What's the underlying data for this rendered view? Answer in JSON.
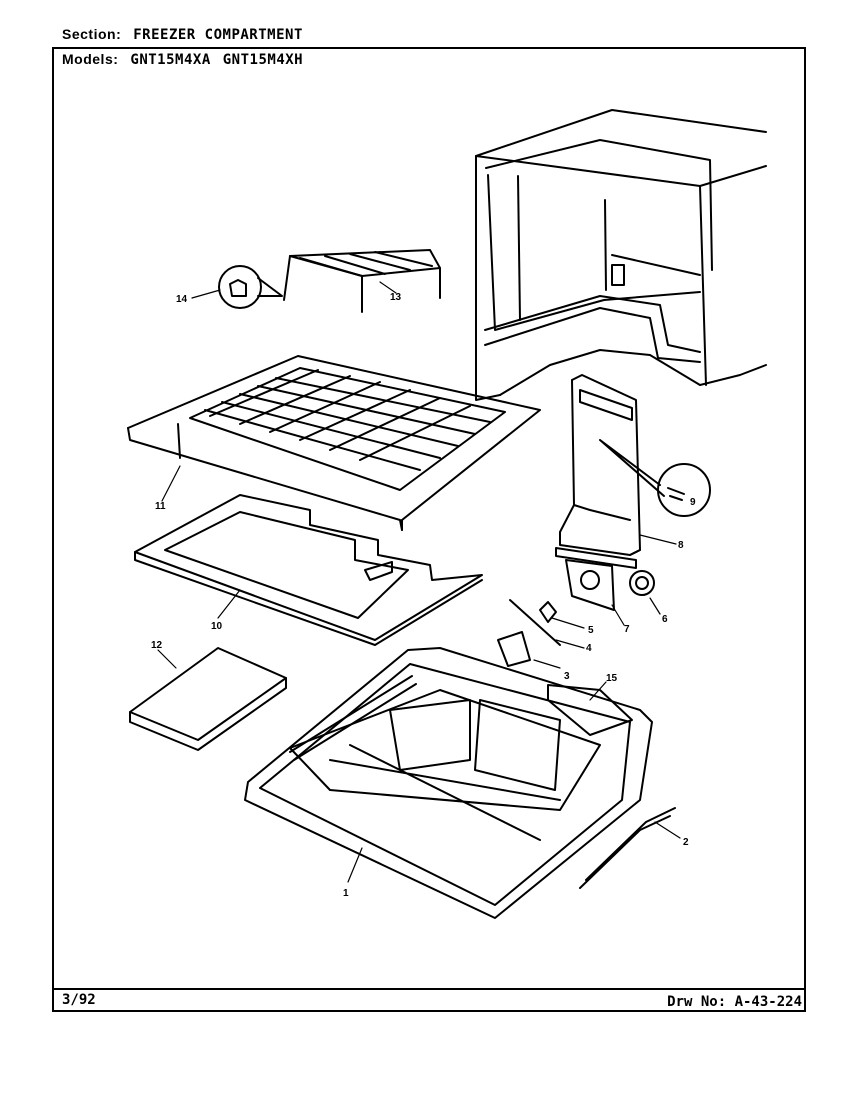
{
  "header": {
    "section_label": "Section:",
    "section_value": "FREEZER COMPARTMENT",
    "models_label": "Models:",
    "models": [
      "GNT15M4XA",
      "GNT15M4XH"
    ]
  },
  "footer": {
    "date": "3/92",
    "drawing_number": "Drw No: A-43-224"
  },
  "callouts": [
    "1",
    "2",
    "3",
    "4",
    "5",
    "6",
    "7",
    "8",
    "9",
    "10",
    "11",
    "12",
    "13",
    "14",
    "15"
  ]
}
